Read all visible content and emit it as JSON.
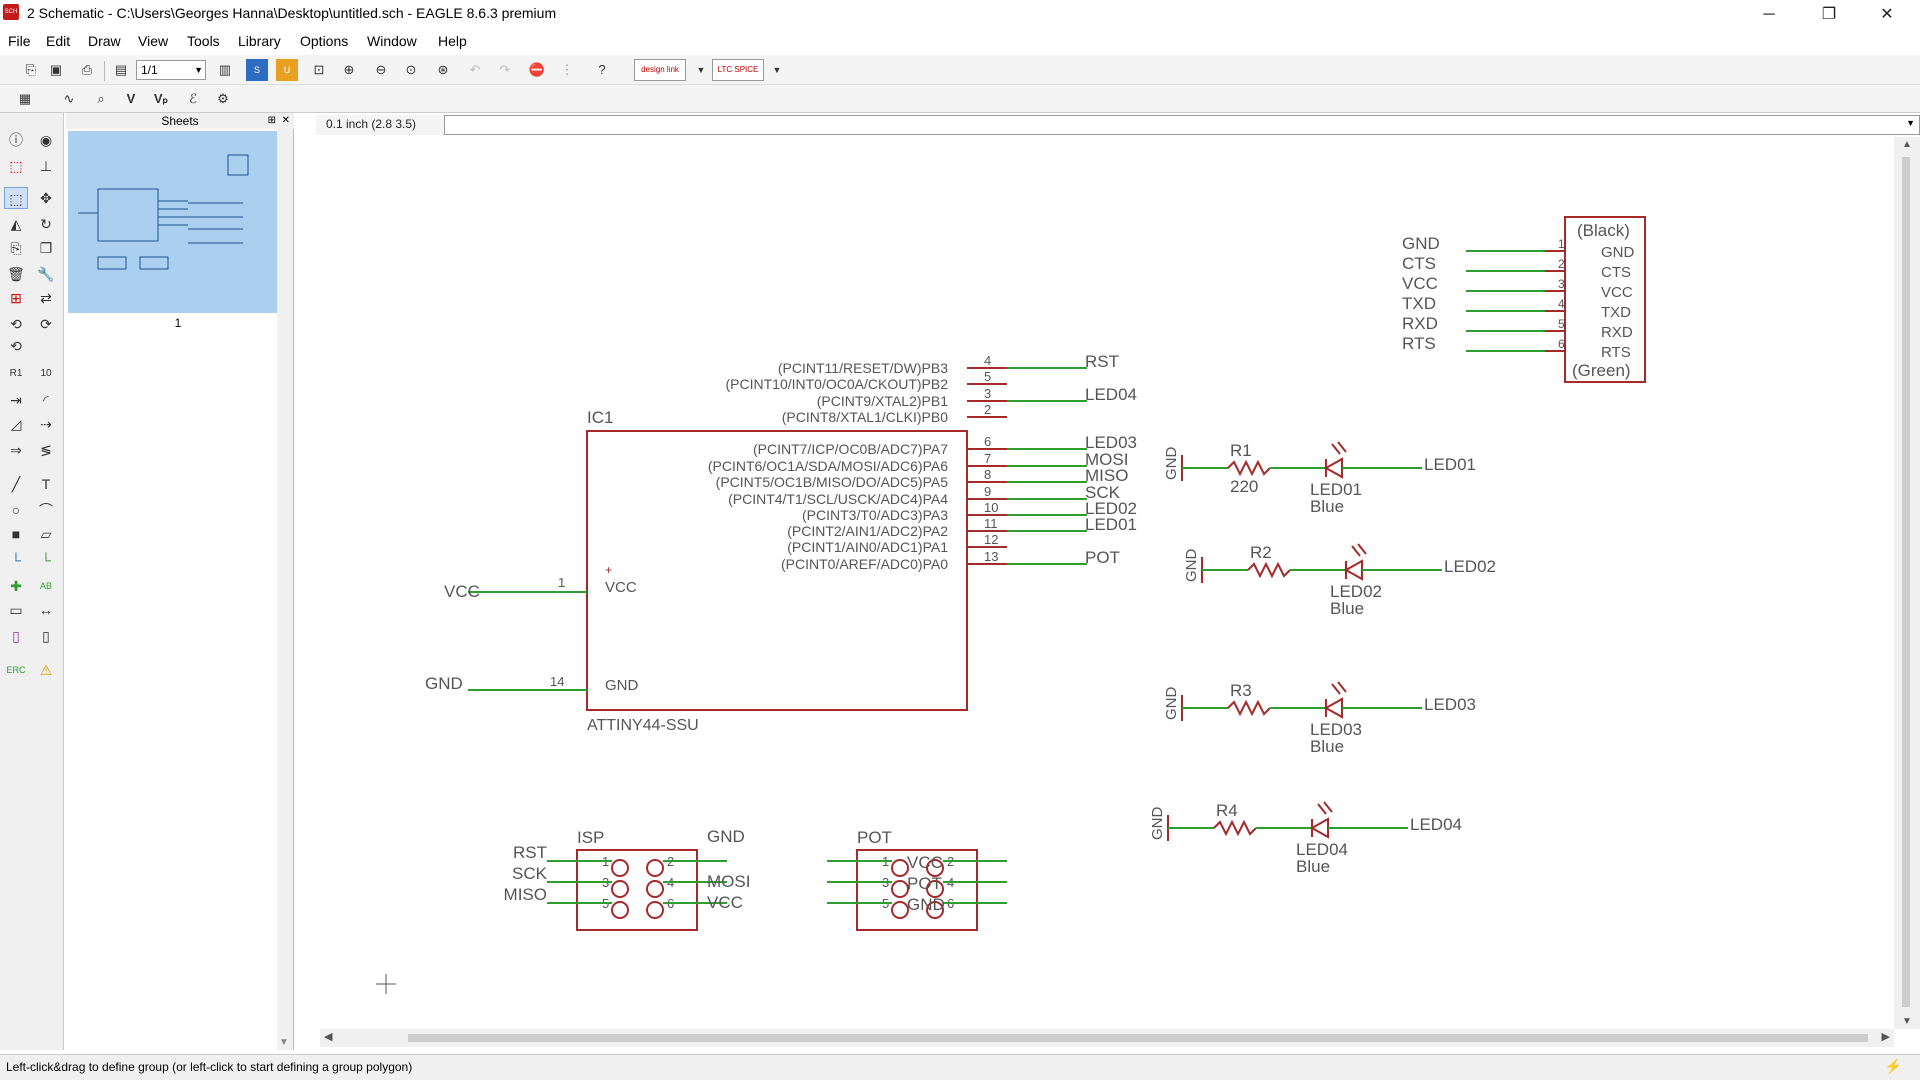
{
  "window": {
    "app_icon_text": "SCH",
    "title": "2 Schematic - C:\\Users\\Georges Hanna\\Desktop\\untitled.sch - EAGLE 8.6.3 premium",
    "minimize": "─",
    "maximize": "❐",
    "close": "✕"
  },
  "menu": [
    "File",
    "Edit",
    "Draw",
    "View",
    "Tools",
    "Library",
    "Options",
    "Window",
    "Help"
  ],
  "toolbar": {
    "sheet_value": "1/1",
    "designlink_label": "design link",
    "ltspice_label": "LTC SPICE",
    "help_glyph": "?"
  },
  "sheets_panel": {
    "title": "Sheets",
    "sheet_number": "1"
  },
  "command_bar": {
    "grid_readout": "0.1 inch (2.8 3.5)",
    "command_value": ""
  },
  "status": {
    "message": "Left-click&drag to define group (or left-click to start defining a group polygon)"
  },
  "schematic": {
    "colors": {
      "part": "#a52a2a",
      "net": "#2e9e2e",
      "text": "#555555"
    },
    "ic1": {
      "name": "IC1",
      "value": "ATTINY44-SSU",
      "vcc_label": "VCC",
      "gnd_label": "GND",
      "vcc_pin": "1",
      "gnd_pin": "14",
      "vcc_net": "VCC",
      "gnd_net": "GND",
      "pins": [
        {
          "label": "(PCINT11/RESET/DW)PB3",
          "num": "4",
          "net": "RST"
        },
        {
          "label": "(PCINT10/INT0/OC0A/CKOUT)PB2",
          "num": "5",
          "net": ""
        },
        {
          "label": "(PCINT9/XTAL2)PB1",
          "num": "3",
          "net": "LED04"
        },
        {
          "label": "(PCINT8/XTAL1/CLKI)PB0",
          "num": "2",
          "net": ""
        },
        {
          "label": "(PCINT7/ICP/OC0B/ADC7)PA7",
          "num": "6",
          "net": "LED03"
        },
        {
          "label": "(PCINT6/OC1A/SDA/MOSI/ADC6)PA6",
          "num": "7",
          "net": "MOSI"
        },
        {
          "label": "(PCINT5/OC1B/MISO/DO/ADC5)PA5",
          "num": "8",
          "net": "MISO"
        },
        {
          "label": "(PCINT4/T1/SCL/USCK/ADC4)PA4",
          "num": "9",
          "net": "SCK"
        },
        {
          "label": "(PCINT3/T0/ADC3)PA3",
          "num": "10",
          "net": "LED02"
        },
        {
          "label": "(PCINT2/AIN1/ADC2)PA2",
          "num": "11",
          "net": "LED01"
        },
        {
          "label": "(PCINT1/AIN0/ADC1)PA1",
          "num": "12",
          "net": ""
        },
        {
          "label": "(PCINT0/AREF/ADC0)PA0",
          "num": "13",
          "net": "POT"
        }
      ]
    },
    "ftdi": {
      "top_label": "(Black)",
      "bottom_label": "(Green)",
      "pins": [
        {
          "num": "1",
          "name": "GND",
          "net": "GND"
        },
        {
          "num": "2",
          "name": "CTS",
          "net": "CTS"
        },
        {
          "num": "3",
          "name": "VCC",
          "net": "VCC"
        },
        {
          "num": "4",
          "name": "TXD",
          "net": "TXD"
        },
        {
          "num": "5",
          "name": "RXD",
          "net": "RXD"
        },
        {
          "num": "6",
          "name": "RTS",
          "net": "RTS"
        }
      ]
    },
    "led_rows": [
      {
        "res": "R1",
        "res_value": "220",
        "led": "LED01",
        "color": "Blue",
        "net": "LED01",
        "gnd": "GND"
      },
      {
        "res": "R2",
        "res_value": "",
        "led": "LED02",
        "color": "Blue",
        "net": "LED02",
        "gnd": "GND"
      },
      {
        "res": "R3",
        "res_value": "",
        "led": "LED03",
        "color": "Blue",
        "net": "LED03",
        "gnd": "GND"
      },
      {
        "res": "R4",
        "res_value": "",
        "led": "LED04",
        "color": "Blue",
        "net": "LED04",
        "gnd": "GND"
      }
    ],
    "isp": {
      "name": "ISP",
      "pins": [
        "1",
        "2",
        "3",
        "4",
        "5",
        "6"
      ],
      "left_nets": [
        "RST",
        "SCK",
        "MISO"
      ],
      "right_nets": [
        "GND",
        "MOSI",
        "VCC"
      ]
    },
    "pot": {
      "name": "POT",
      "pins": [
        "1",
        "2",
        "3",
        "4",
        "5",
        "6"
      ],
      "left_nets": [
        "VCC",
        "POT",
        "GND"
      ]
    }
  }
}
